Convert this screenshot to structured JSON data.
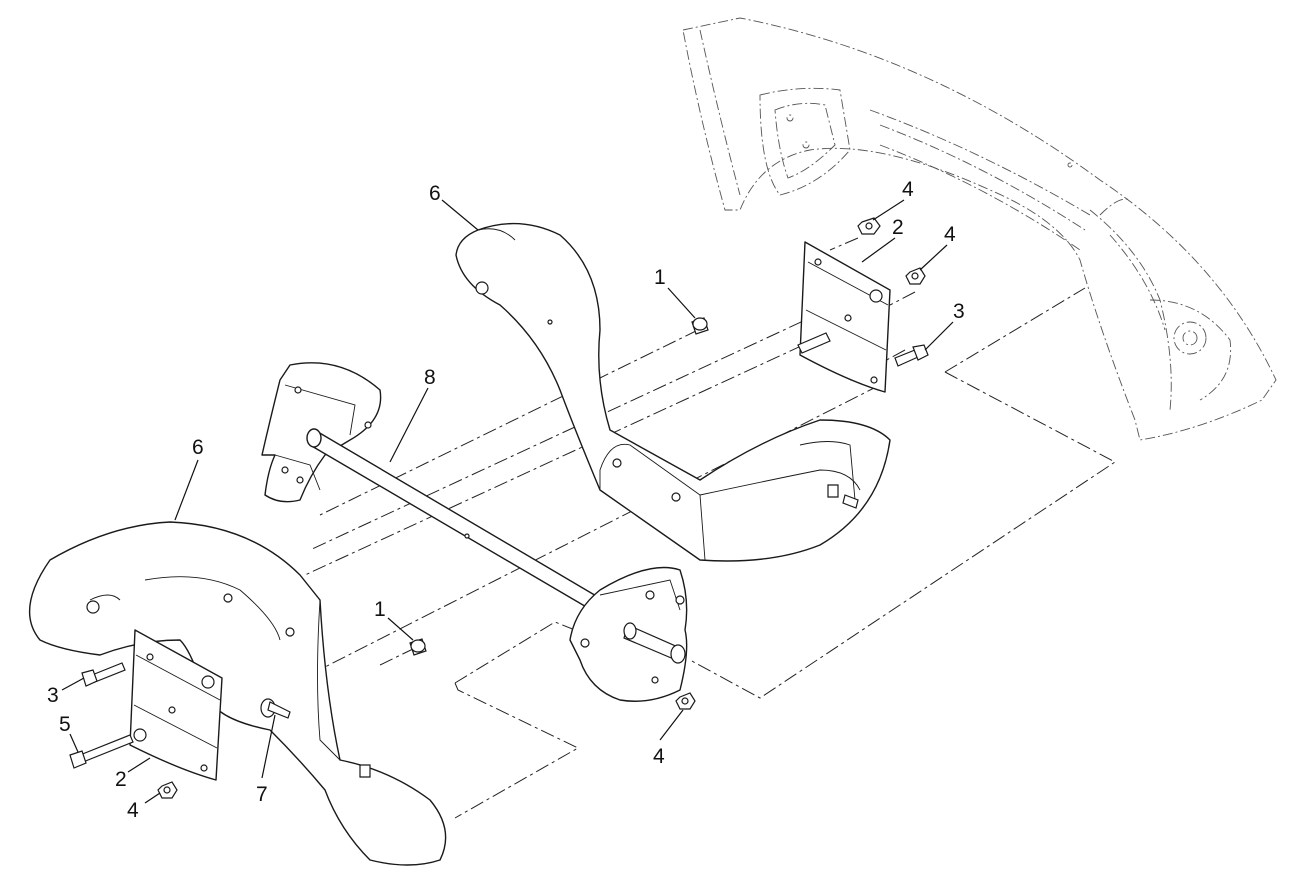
{
  "callouts": [
    {
      "label": "1"
    },
    {
      "label": "1"
    },
    {
      "label": "2"
    },
    {
      "label": "2"
    },
    {
      "label": "3"
    },
    {
      "label": "3"
    },
    {
      "label": "4"
    },
    {
      "label": "4"
    },
    {
      "label": "4"
    },
    {
      "label": "4"
    },
    {
      "label": "5"
    },
    {
      "label": "6"
    },
    {
      "label": "6"
    },
    {
      "label": "7"
    },
    {
      "label": "8"
    }
  ]
}
